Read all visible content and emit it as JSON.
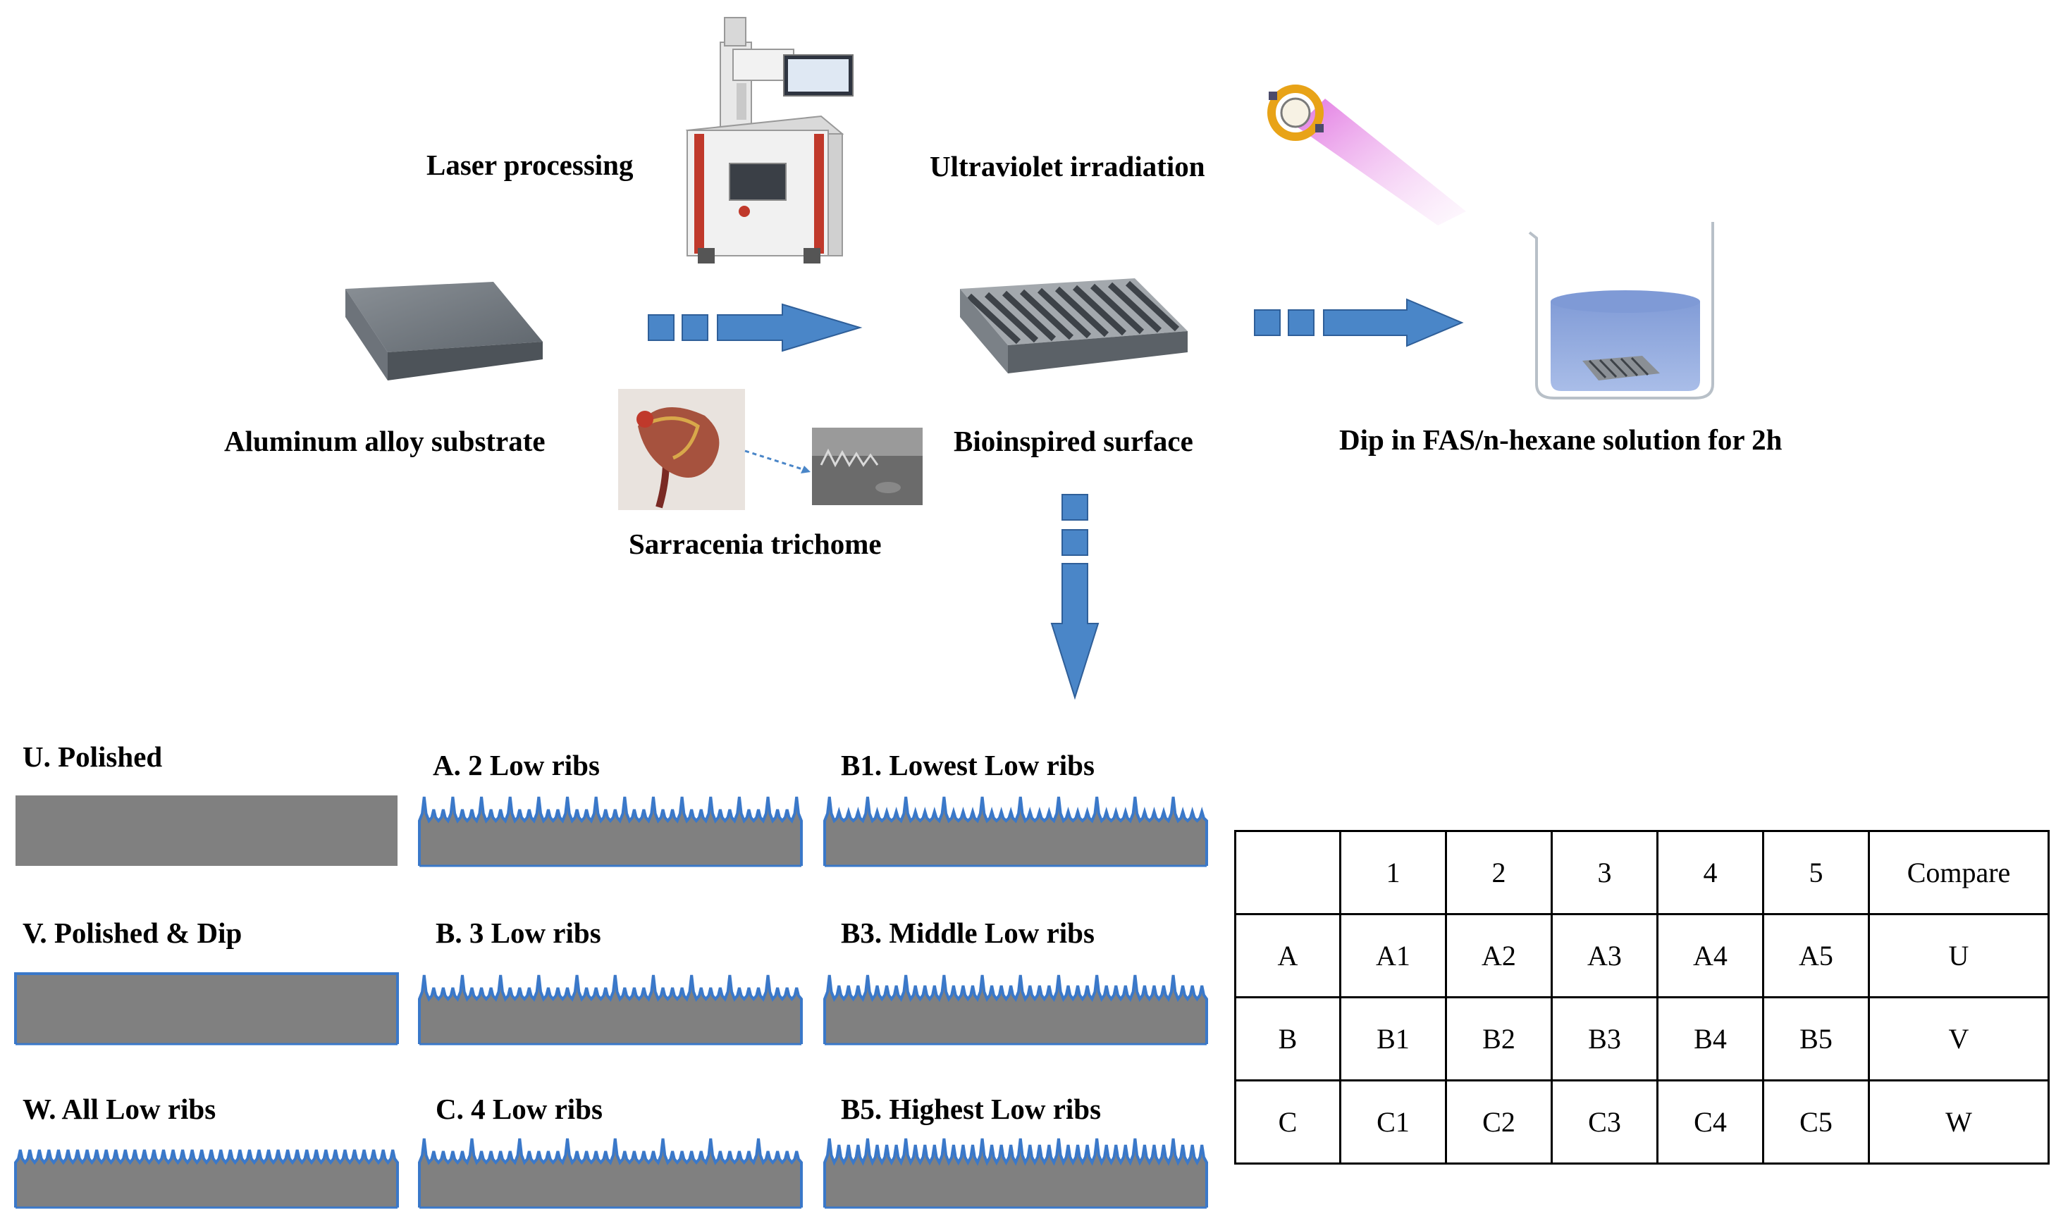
{
  "workflow": {
    "laser_processing": "Laser processing",
    "ultraviolet_irradiation": "Ultraviolet irradiation",
    "aluminum_substrate": "Aluminum alloy substrate",
    "bioinspired_surface": "Bioinspired surface",
    "dip_solution": "Dip in FAS/n-hexane solution for 2h",
    "sarracenia_trichome": "Sarracenia trichome"
  },
  "samples": [
    {
      "id": "U",
      "label": "U. Polished",
      "type": "flat",
      "coating": false
    },
    {
      "id": "V",
      "label": "V. Polished & Dip",
      "type": "flat",
      "coating": true
    },
    {
      "id": "W",
      "label": "W. All Low ribs",
      "type": "uniform",
      "coating": true
    },
    {
      "id": "A",
      "label": "A. 2 Low ribs",
      "type": "ribbed",
      "low_ribs": 2,
      "coating": true
    },
    {
      "id": "B",
      "label": "B. 3 Low ribs",
      "type": "ribbed",
      "low_ribs": 3,
      "coating": true
    },
    {
      "id": "C",
      "label": "C. 4 Low ribs",
      "type": "ribbed",
      "low_ribs": 4,
      "coating": true
    },
    {
      "id": "B1",
      "label": "B1. Lowest Low ribs",
      "type": "ribbed",
      "low_ribs": 3,
      "low_level": 1,
      "coating": true
    },
    {
      "id": "B3",
      "label": "B3. Middle Low ribs",
      "type": "ribbed",
      "low_ribs": 3,
      "low_level": 3,
      "coating": true
    },
    {
      "id": "B5",
      "label": "B5. Highest Low ribs",
      "type": "ribbed",
      "low_ribs": 3,
      "low_level": 5,
      "coating": true
    }
  ],
  "sample_table": {
    "header": [
      "",
      "1",
      "2",
      "3",
      "4",
      "5",
      "Compare"
    ],
    "rows": [
      [
        "A",
        "A1",
        "A2",
        "A3",
        "A4",
        "A5",
        "U"
      ],
      [
        "B",
        "B1",
        "B2",
        "B3",
        "B4",
        "B5",
        "V"
      ],
      [
        "C",
        "C1",
        "C2",
        "C3",
        "C4",
        "C5",
        "W"
      ]
    ]
  },
  "colors": {
    "substrate": "#808080",
    "coating": "#3a78c9",
    "arrow": "#4a86c8",
    "solution": "#8fa9dc"
  }
}
